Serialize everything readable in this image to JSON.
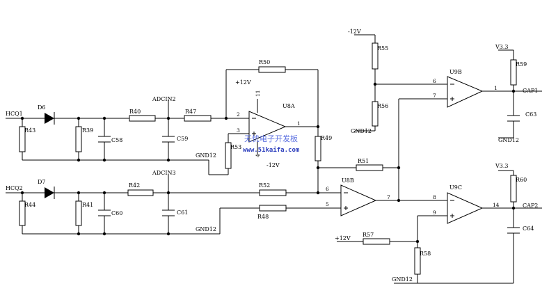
{
  "ports": {
    "hcq1": "HCQ1",
    "hcq2": "HCQ2",
    "adcin2": "ADCIN2",
    "adcin3": "ADCIN3",
    "cap1": "CAP1",
    "cap2": "CAP2"
  },
  "supplies": {
    "plus12_u8a": "+12V",
    "minus12_u8a": "-12V",
    "minus12_top": "-12V",
    "plus12_r57": "+12V",
    "v33_top": "V3.3",
    "v33_bottom": "V3.3",
    "gnd_u8a": "GND12",
    "gnd_bottom": "GND12",
    "gnd_r56": "GND12",
    "gnd_c63": "GND12",
    "gnd_r58": "GND12"
  },
  "diodes": {
    "d6": "D6",
    "d7": "D7"
  },
  "resistors": {
    "r39": "R39",
    "r40": "R40",
    "r41": "R41",
    "r42": "R42",
    "r43": "R43",
    "r44": "R44",
    "r47": "R47",
    "r48": "R48",
    "r49": "R49",
    "r50": "R50",
    "r51": "R51",
    "r52": "R52",
    "r53": "R53",
    "r55": "R55",
    "r56": "R56",
    "r57": "R57",
    "r58": "R58",
    "r59": "R59",
    "r60": "R60"
  },
  "capacitors": {
    "c58": "C58",
    "c59": "C59",
    "c60": "C60",
    "c61": "C61",
    "c63": "C63",
    "c64": "C64"
  },
  "opamps": {
    "u8a": {
      "name": "U8A",
      "pin_in_minus": "2",
      "pin_in_plus": "3",
      "pin_out": "1",
      "pin_vcc": "11",
      "pin_vee": "4"
    },
    "u8b": {
      "name": "U8B",
      "pin_in_minus": "6",
      "pin_in_plus": "5",
      "pin_out": "7"
    },
    "u9b": {
      "name": "U9B",
      "pin_in_minus": "6",
      "pin_in_plus": "7",
      "pin_out": "1"
    },
    "u9c": {
      "name": "U9C",
      "pin_in_minus": "8",
      "pin_in_plus": "9",
      "pin_out": "14"
    }
  },
  "watermark": {
    "title": "无忧电子开发板",
    "url": "www.51kaifa.com"
  }
}
